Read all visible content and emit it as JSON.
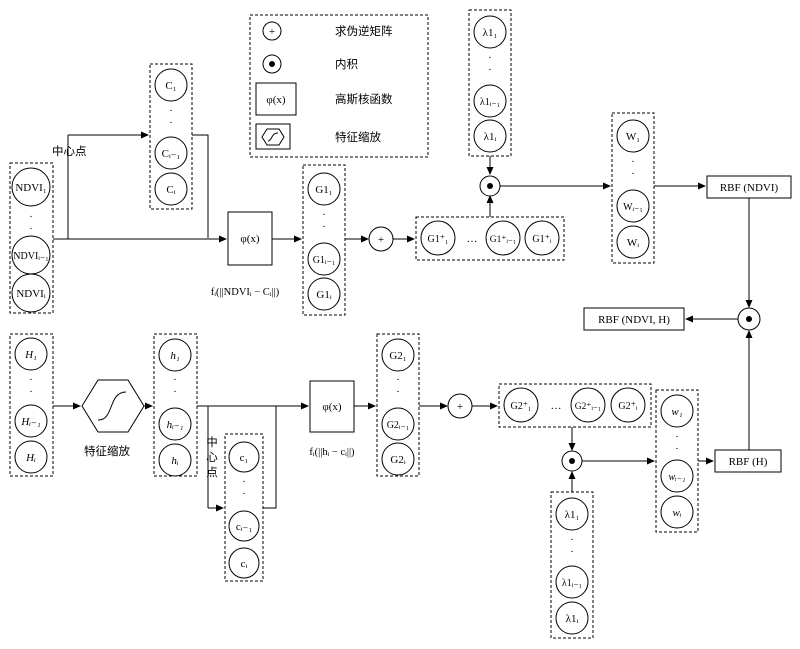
{
  "legend": {
    "pinv_symbol": "+",
    "pinv_label": "求伪逆矩阵",
    "inner_label": "内积",
    "kernel_symbol": "φ(x)",
    "kernel_label": "高斯核函数",
    "scale_label": "特征缩放"
  },
  "top": {
    "inputs": [
      "NDVI₁",
      "·",
      "·",
      "NDVIᵢ₋₁",
      "NDVIᵢ"
    ],
    "center_label": "中心点",
    "centers": [
      "C₁",
      "·",
      "·",
      "Cᵢ₋₁",
      "Cᵢ"
    ],
    "kernel_symbol": "φ(x)",
    "kernel_formula": "fᵢ(||NDVIᵢ − Cᵢ||)",
    "g1": [
      "G1₁",
      "·",
      "·",
      "G1ᵢ₋₁",
      "G1ᵢ"
    ],
    "pinv_symbol": "+",
    "g1plus": [
      "G1⁺₁",
      "…",
      "G1⁺ᵢ₋₁",
      "G1⁺ᵢ"
    ],
    "lambda": [
      "λ1₁",
      "·",
      "·",
      "λ1ᵢ₋₁",
      "λ1ᵢ"
    ],
    "weights": [
      "W₁",
      "·",
      "·",
      "Wᵢ₋₁",
      "Wᵢ"
    ],
    "rbf_label": "RBF (NDVI)"
  },
  "output": {
    "rbf_label": "RBF (NDVI, H)"
  },
  "bottom": {
    "inputs": [
      "H₁",
      "·",
      "·",
      "Hᵢ₋₁",
      "Hᵢ"
    ],
    "scale_label": "特征缩放",
    "scaled": [
      "h₁",
      "·",
      "·",
      "hᵢ₋₁",
      "hᵢ"
    ],
    "center_label": "中心点",
    "centers": [
      "c₁",
      "·",
      "·",
      "cᵢ₋₁",
      "cᵢ"
    ],
    "kernel_symbol": "φ(x)",
    "kernel_formula": "fᵢ(||hᵢ − cᵢ||)",
    "g2": [
      "G2₁",
      "·",
      "·",
      "G2ᵢ₋₁",
      "G2ᵢ"
    ],
    "pinv_symbol": "+",
    "g2plus": [
      "G2⁺₁",
      "…",
      "G2⁺ᵢ₋₁",
      "G2⁺ᵢ"
    ],
    "lambda": [
      "λ1₁",
      "·",
      "·",
      "λ1ᵢ₋₁",
      "λ1ᵢ"
    ],
    "weights": [
      "w₁",
      "·",
      "·",
      "wᵢ₋₁",
      "wᵢ"
    ],
    "rbf_label": "RBF (H)"
  }
}
